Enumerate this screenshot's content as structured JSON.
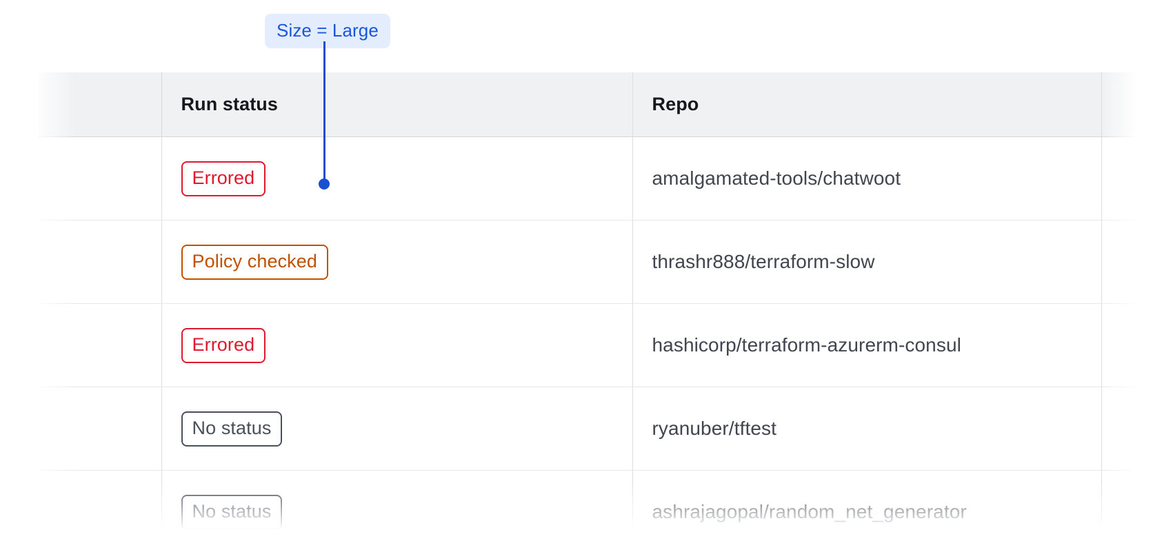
{
  "annotation": {
    "chip_label": "Size = Large",
    "chip_bg": "#e4edfd",
    "chip_text_color": "#1a56db",
    "connector_color": "#1a4fd0",
    "target_point": "run-status-column-cell"
  },
  "table": {
    "columns": [
      {
        "key": "lead",
        "label": ""
      },
      {
        "key": "run_status",
        "label": "Run status"
      },
      {
        "key": "repo",
        "label": "Repo"
      },
      {
        "key": "tail",
        "label": ""
      }
    ],
    "header_bg": "#f0f1f3",
    "rows": [
      {
        "status": {
          "label": "Errored",
          "tone": "error",
          "color": "#e0182d"
        },
        "repo": "amalgamated-tools/chatwoot"
      },
      {
        "status": {
          "label": "Policy checked",
          "tone": "policy",
          "color": "#c15000"
        },
        "repo": "thrashr888/terraform-slow"
      },
      {
        "status": {
          "label": "Errored",
          "tone": "error",
          "color": "#e0182d"
        },
        "repo": "hashicorp/terraform-azurerm-consul"
      },
      {
        "status": {
          "label": "No status",
          "tone": "neutral",
          "color": "#4a4f5c"
        },
        "repo": "ryanuber/tftest"
      },
      {
        "status": {
          "label": "No status",
          "tone": "neutral",
          "color": "#4a4f5c"
        },
        "repo": "ashrajagopal/random_net_generator"
      }
    ]
  }
}
